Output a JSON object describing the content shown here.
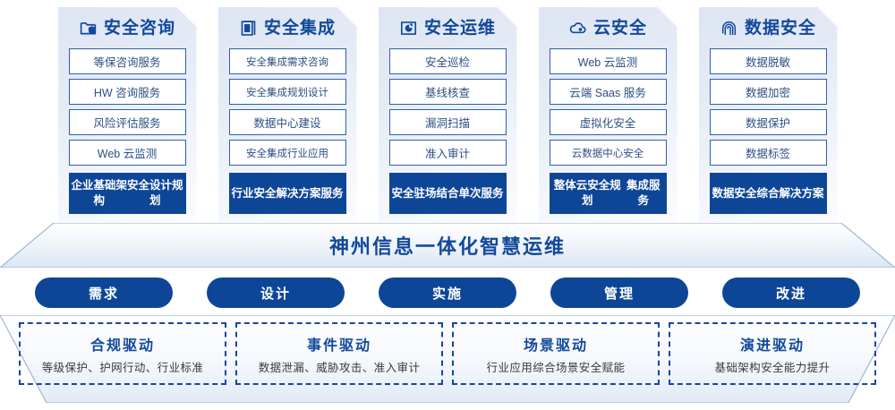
{
  "columns": [
    {
      "icon": "folder-shield-icon",
      "title": "安全咨询",
      "items": [
        "等保咨询服务",
        "HW 咨询服务",
        "风险评估服务",
        "Web 云监测"
      ],
      "highlight": "企业基础架构\n安全设计规划",
      "highlight_line1": "企业基础架构",
      "highlight_line2": "安全设计规划"
    },
    {
      "icon": "document-stack-icon",
      "title": "安全集成",
      "items": [
        "安全集成需求咨询",
        "安全集成规划设计",
        "数据中心建设",
        "安全集成行业应用"
      ],
      "highlight_line1": "行业安全解决",
      "highlight_line2": "方案服务"
    },
    {
      "icon": "monitor-gear-icon",
      "title": "安全运维",
      "items": [
        "安全巡检",
        "基线核查",
        "漏洞扫描",
        "准入审计"
      ],
      "highlight_line1": "安全驻场结合",
      "highlight_line2": "单次服务"
    },
    {
      "icon": "cloud-icon",
      "title": "云安全",
      "items": [
        "Web 云监测",
        "云端 Saas 服务",
        "虚拟化安全",
        "云数据中心安全"
      ],
      "highlight_line1": "整体云安全规划",
      "highlight_line2": "集成服务"
    },
    {
      "icon": "fingerprint-icon",
      "title": "数据安全",
      "items": [
        "数据脱敏",
        "数据加密",
        "数据保护",
        "数据标签"
      ],
      "highlight_line1": "数据安全综合",
      "highlight_line2": "解决方案"
    }
  ],
  "banner": {
    "text": "神州信息一体化智慧运维"
  },
  "phases": [
    "需求",
    "设计",
    "实施",
    "管理",
    "改进"
  ],
  "drivers": [
    {
      "title": "合规驱动",
      "subtitle": "等级保护、护网行动、行业标准"
    },
    {
      "title": "事件驱动",
      "subtitle": "数据泄漏、威胁攻击、准入审计"
    },
    {
      "title": "场景驱动",
      "subtitle": "行业应用综合场景安全赋能"
    },
    {
      "title": "演进驱动",
      "subtitle": "基础架构安全能力提升"
    }
  ],
  "colors": {
    "brand_blue": "#0e4697",
    "title_blue": "#12499b",
    "item_border": "#2f5fae",
    "item_text": "#2d4f85"
  }
}
